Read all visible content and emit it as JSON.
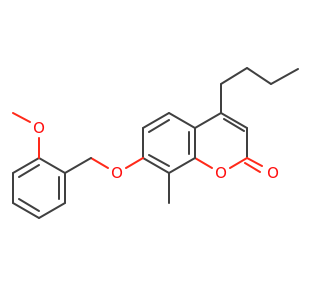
{
  "molecule": {
    "colors": {
      "carbon_bond": "#404040",
      "oxygen": "#ff0d0d",
      "background": "#ffffff"
    },
    "atoms": {
      "methoxy_oxygen": "O",
      "ether_oxygen": "O",
      "ring_oxygen": "O",
      "carbonyl_oxygen": "O"
    }
  }
}
